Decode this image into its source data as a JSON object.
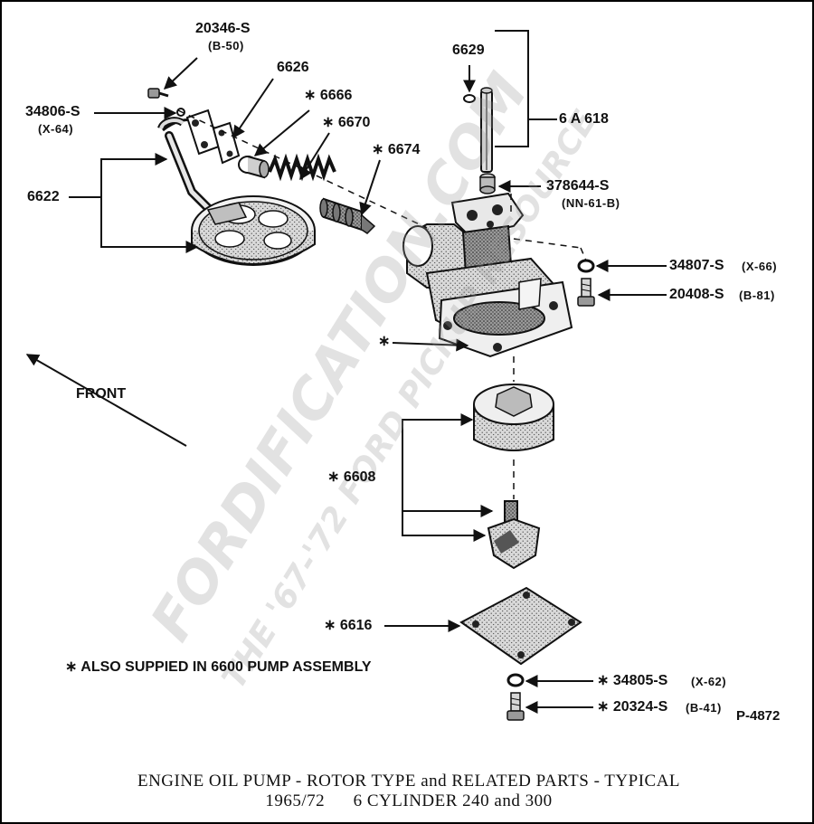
{
  "labels": {
    "p20346": "20346-S",
    "p20346_sub": "(B-50)",
    "p34806": "34806-S",
    "p34806_sub": "(X-64)",
    "p6626": "6626",
    "p6666": "∗ 6666",
    "p6670": "∗ 6670",
    "p6674": "∗ 6674",
    "p6622": "6622",
    "p6629": "6629",
    "p6A618": "6 A 618",
    "p378644": "378644-S",
    "p378644_sub": "(NN-61-B)",
    "p34807": "34807-S",
    "p34807_sub": "(X-66)",
    "p20408": "20408-S",
    "p20408_sub": "(B-81)",
    "star_housing": "∗",
    "front": "FRONT",
    "p6608": "∗ 6608",
    "p6616": "∗ 6616",
    "p34805": "∗ 34805-S",
    "p34805_sub": "(X-62)",
    "p20324": "∗ 20324-S",
    "p20324_sub": "(B-41)",
    "pnum": "P-4872"
  },
  "note": "∗ ALSO SUPPIED IN 6600 PUMP ASSEMBLY",
  "caption": {
    "line1": "ENGINE OIL PUMP - ROTOR TYPE and RELATED PARTS - TYPICAL",
    "line2": "1965/72      6 CYLINDER 240 and 300"
  },
  "watermark": {
    "main": "FORDIFICATION.COM",
    "sub": "THE '67-'72 FORD PICKUP RESOURCE"
  }
}
